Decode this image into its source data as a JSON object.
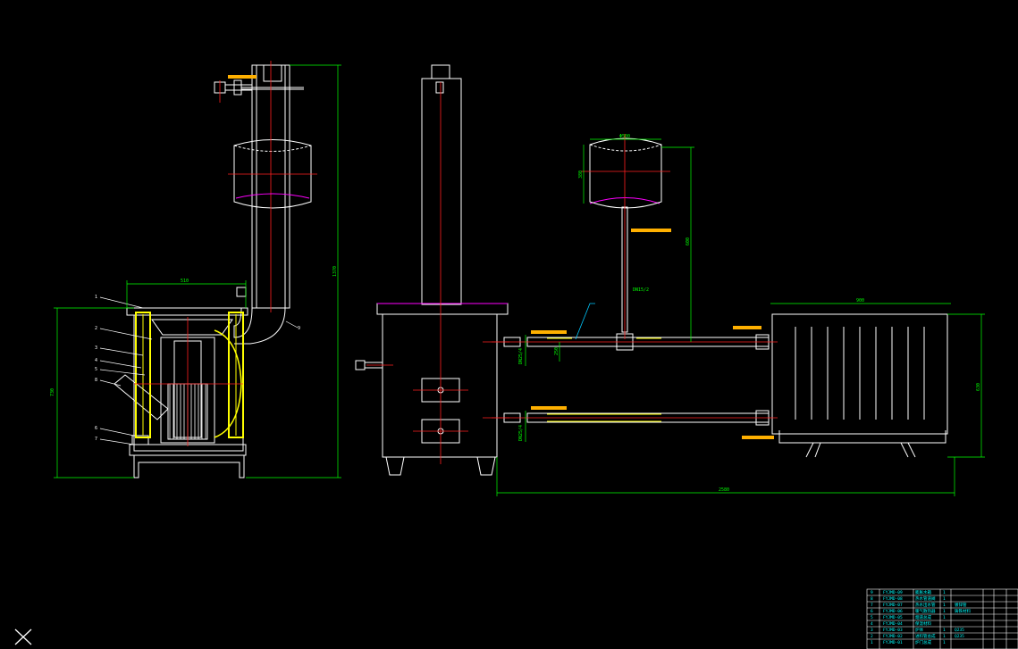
{
  "drawing": {
    "background": "#000000",
    "colors": {
      "outline": "#ffffff",
      "dimension": "#00ff00",
      "centerline": "#ff2020",
      "insulation": "#ffff00",
      "callout_bar": "#ffb000",
      "highlight": "#ff00ff",
      "leader": "#00c8ff",
      "table_text": "#00ffff"
    },
    "dimensions": {
      "left_top_width": "510",
      "left_height": "730",
      "chimney_height": "1370",
      "tank_diameter": "Φ500",
      "tank_height": "380",
      "tank_to_pipe": "600",
      "riser_size": "DN15/2",
      "radiator_width": "900",
      "radiator_height": "630",
      "overall_length": "2580",
      "supply_pipe": "DN25/4",
      "return_pipe": "DN25/4",
      "pipe_drop": "250"
    },
    "callouts": [
      "1",
      "2",
      "3",
      "4",
      "5",
      "6",
      "7",
      "8",
      "9"
    ]
  },
  "title_block": {
    "rows": [
      {
        "no": "9",
        "code": "FYJMD-09",
        "name": "膨胀水箱",
        "qty": "1",
        "note": ""
      },
      {
        "no": "8",
        "code": "FYJMD-08",
        "name": "热水管道阀",
        "qty": "1",
        "note": ""
      },
      {
        "no": "7",
        "code": "FYJMD-07",
        "name": "热水出水管",
        "qty": "1",
        "note": "镀锌管"
      },
      {
        "no": "6",
        "code": "FYJMD-06",
        "name": "暖气散热器",
        "qty": "1",
        "note": "铸铁材料"
      },
      {
        "no": "5",
        "code": "FYJMD-05",
        "name": "烟道总成",
        "qty": "1",
        "note": ""
      },
      {
        "no": "4",
        "code": "FYJMD-04",
        "name": "保温材料",
        "qty": "",
        "note": ""
      },
      {
        "no": "3",
        "code": "FYJMD-03",
        "name": "炉体",
        "qty": "1",
        "note": "Q235"
      },
      {
        "no": "2",
        "code": "FYJMD-02",
        "name": "进料管总成",
        "qty": "1",
        "note": "Q235"
      },
      {
        "no": "1",
        "code": "FYJMD-01",
        "name": "炉门总成",
        "qty": "1",
        "note": ""
      }
    ]
  },
  "ucs_icon": "ucs-icon"
}
